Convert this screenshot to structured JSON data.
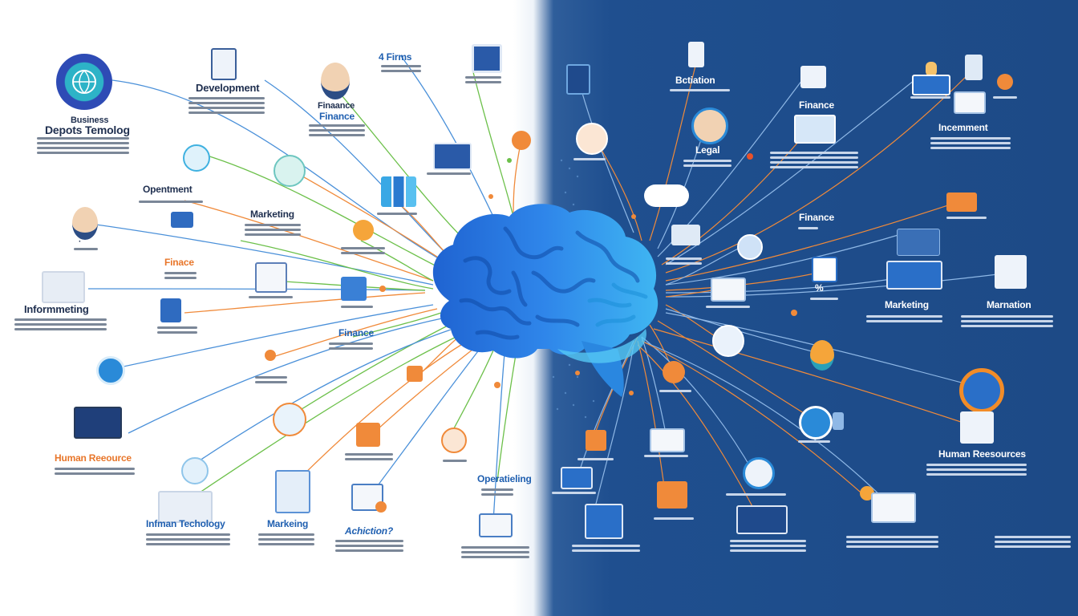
{
  "labels": {
    "business": "Business",
    "depots_tecnolog": "Depots Temolog",
    "development": "Development",
    "finance_a": "Finaance",
    "finance_b": "Finance",
    "firms": "4 Firms",
    "optment": "Opentment",
    "marketing_left": "Marketing",
    "finance_orange": "Finace",
    "informmeting": "Informmeting",
    "finance_center": "Finance",
    "human_resource": "Human Reeource",
    "inrman_techology": "Infman Techology",
    "markeing": "Markeing",
    "actiction": "Achiction?",
    "operating": "Operatieling",
    "bctation": "Bctiation",
    "finance_right": "Finance",
    "legal": "Legal",
    "incentment": "Incemment",
    "finance_mid": "Finance",
    "marketing_right": "Marketing",
    "marnation": "Marnation",
    "human_resources": "Human Reesources",
    "percent": "%"
  },
  "colors": {
    "brain_left": "#2a7ae0",
    "brain_right": "#3fb2f0",
    "wire_orange": "#f08a3a",
    "wire_green": "#6cc04a",
    "wire_blue": "#4a90d9",
    "right_bg": "#1d4a86",
    "accent_orange": "#f28c28"
  },
  "icons": [
    "brain-icon",
    "globe-icon",
    "person-icon",
    "document-icon",
    "monitor-icon",
    "chart-icon",
    "building-icon",
    "cloud-icon",
    "gear-icon",
    "phone-icon"
  ]
}
